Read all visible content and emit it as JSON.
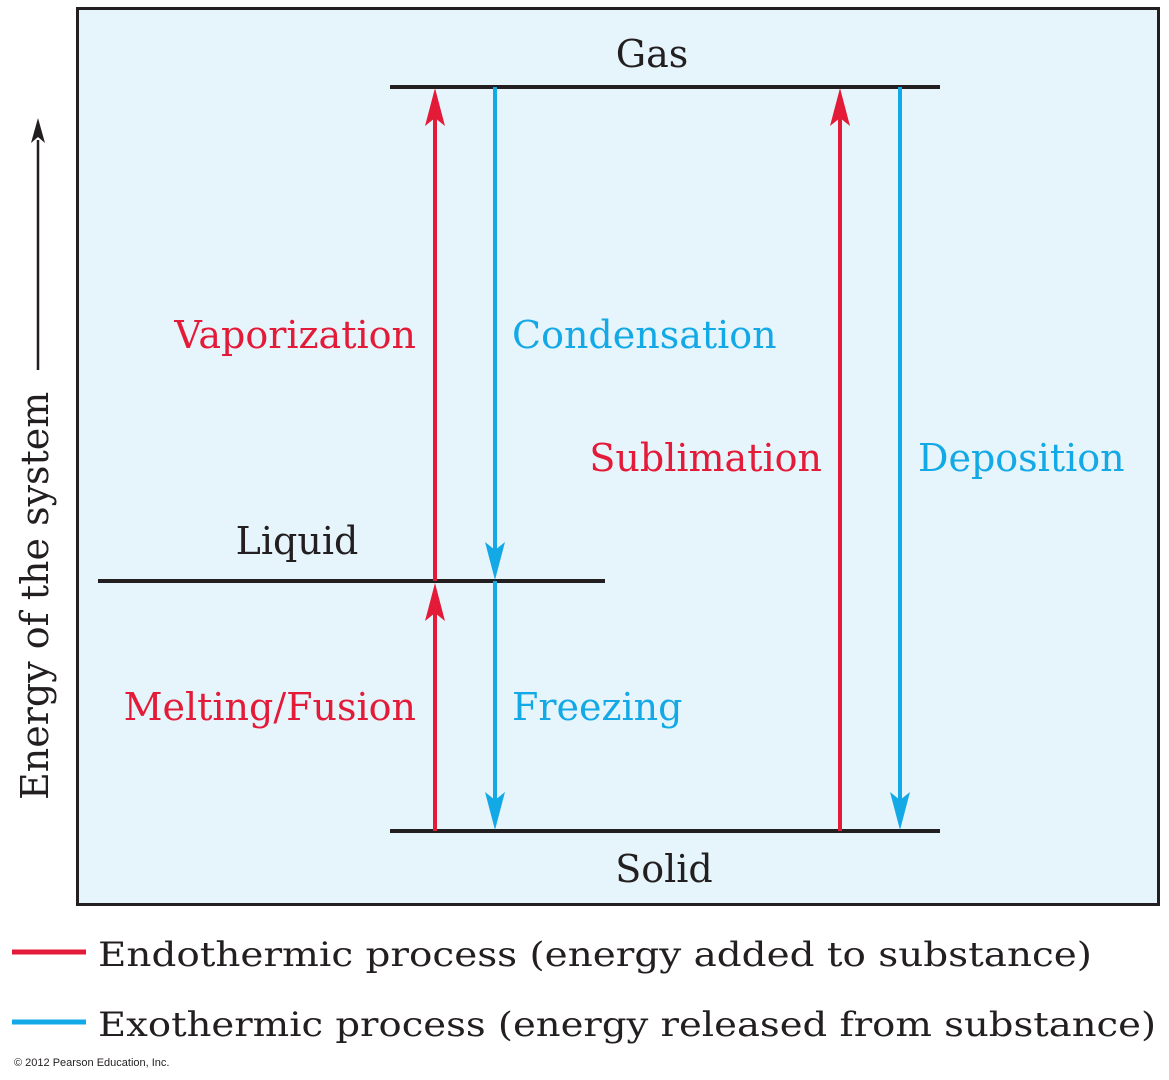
{
  "colors": {
    "panel_background": "#e6f4fb",
    "panel_border": "#231f20",
    "level_line": "#231f20",
    "endothermic": "#e31b38",
    "exothermic": "#12a9e6",
    "text": "#231f20"
  },
  "axis": {
    "label": "Energy of the system"
  },
  "levels": {
    "gas": "Gas",
    "liquid": "Liquid",
    "solid": "Solid"
  },
  "processes": {
    "vaporization": "Vaporization",
    "condensation": "Condensation",
    "sublimation": "Sublimation",
    "deposition": "Deposition",
    "melting": "Melting/Fusion",
    "freezing": "Freezing"
  },
  "legend": {
    "endothermic": "Endothermic process (energy added to substance)",
    "exothermic": "Exothermic process (energy released from substance)"
  },
  "credit": "© 2012 Pearson Education, Inc."
}
